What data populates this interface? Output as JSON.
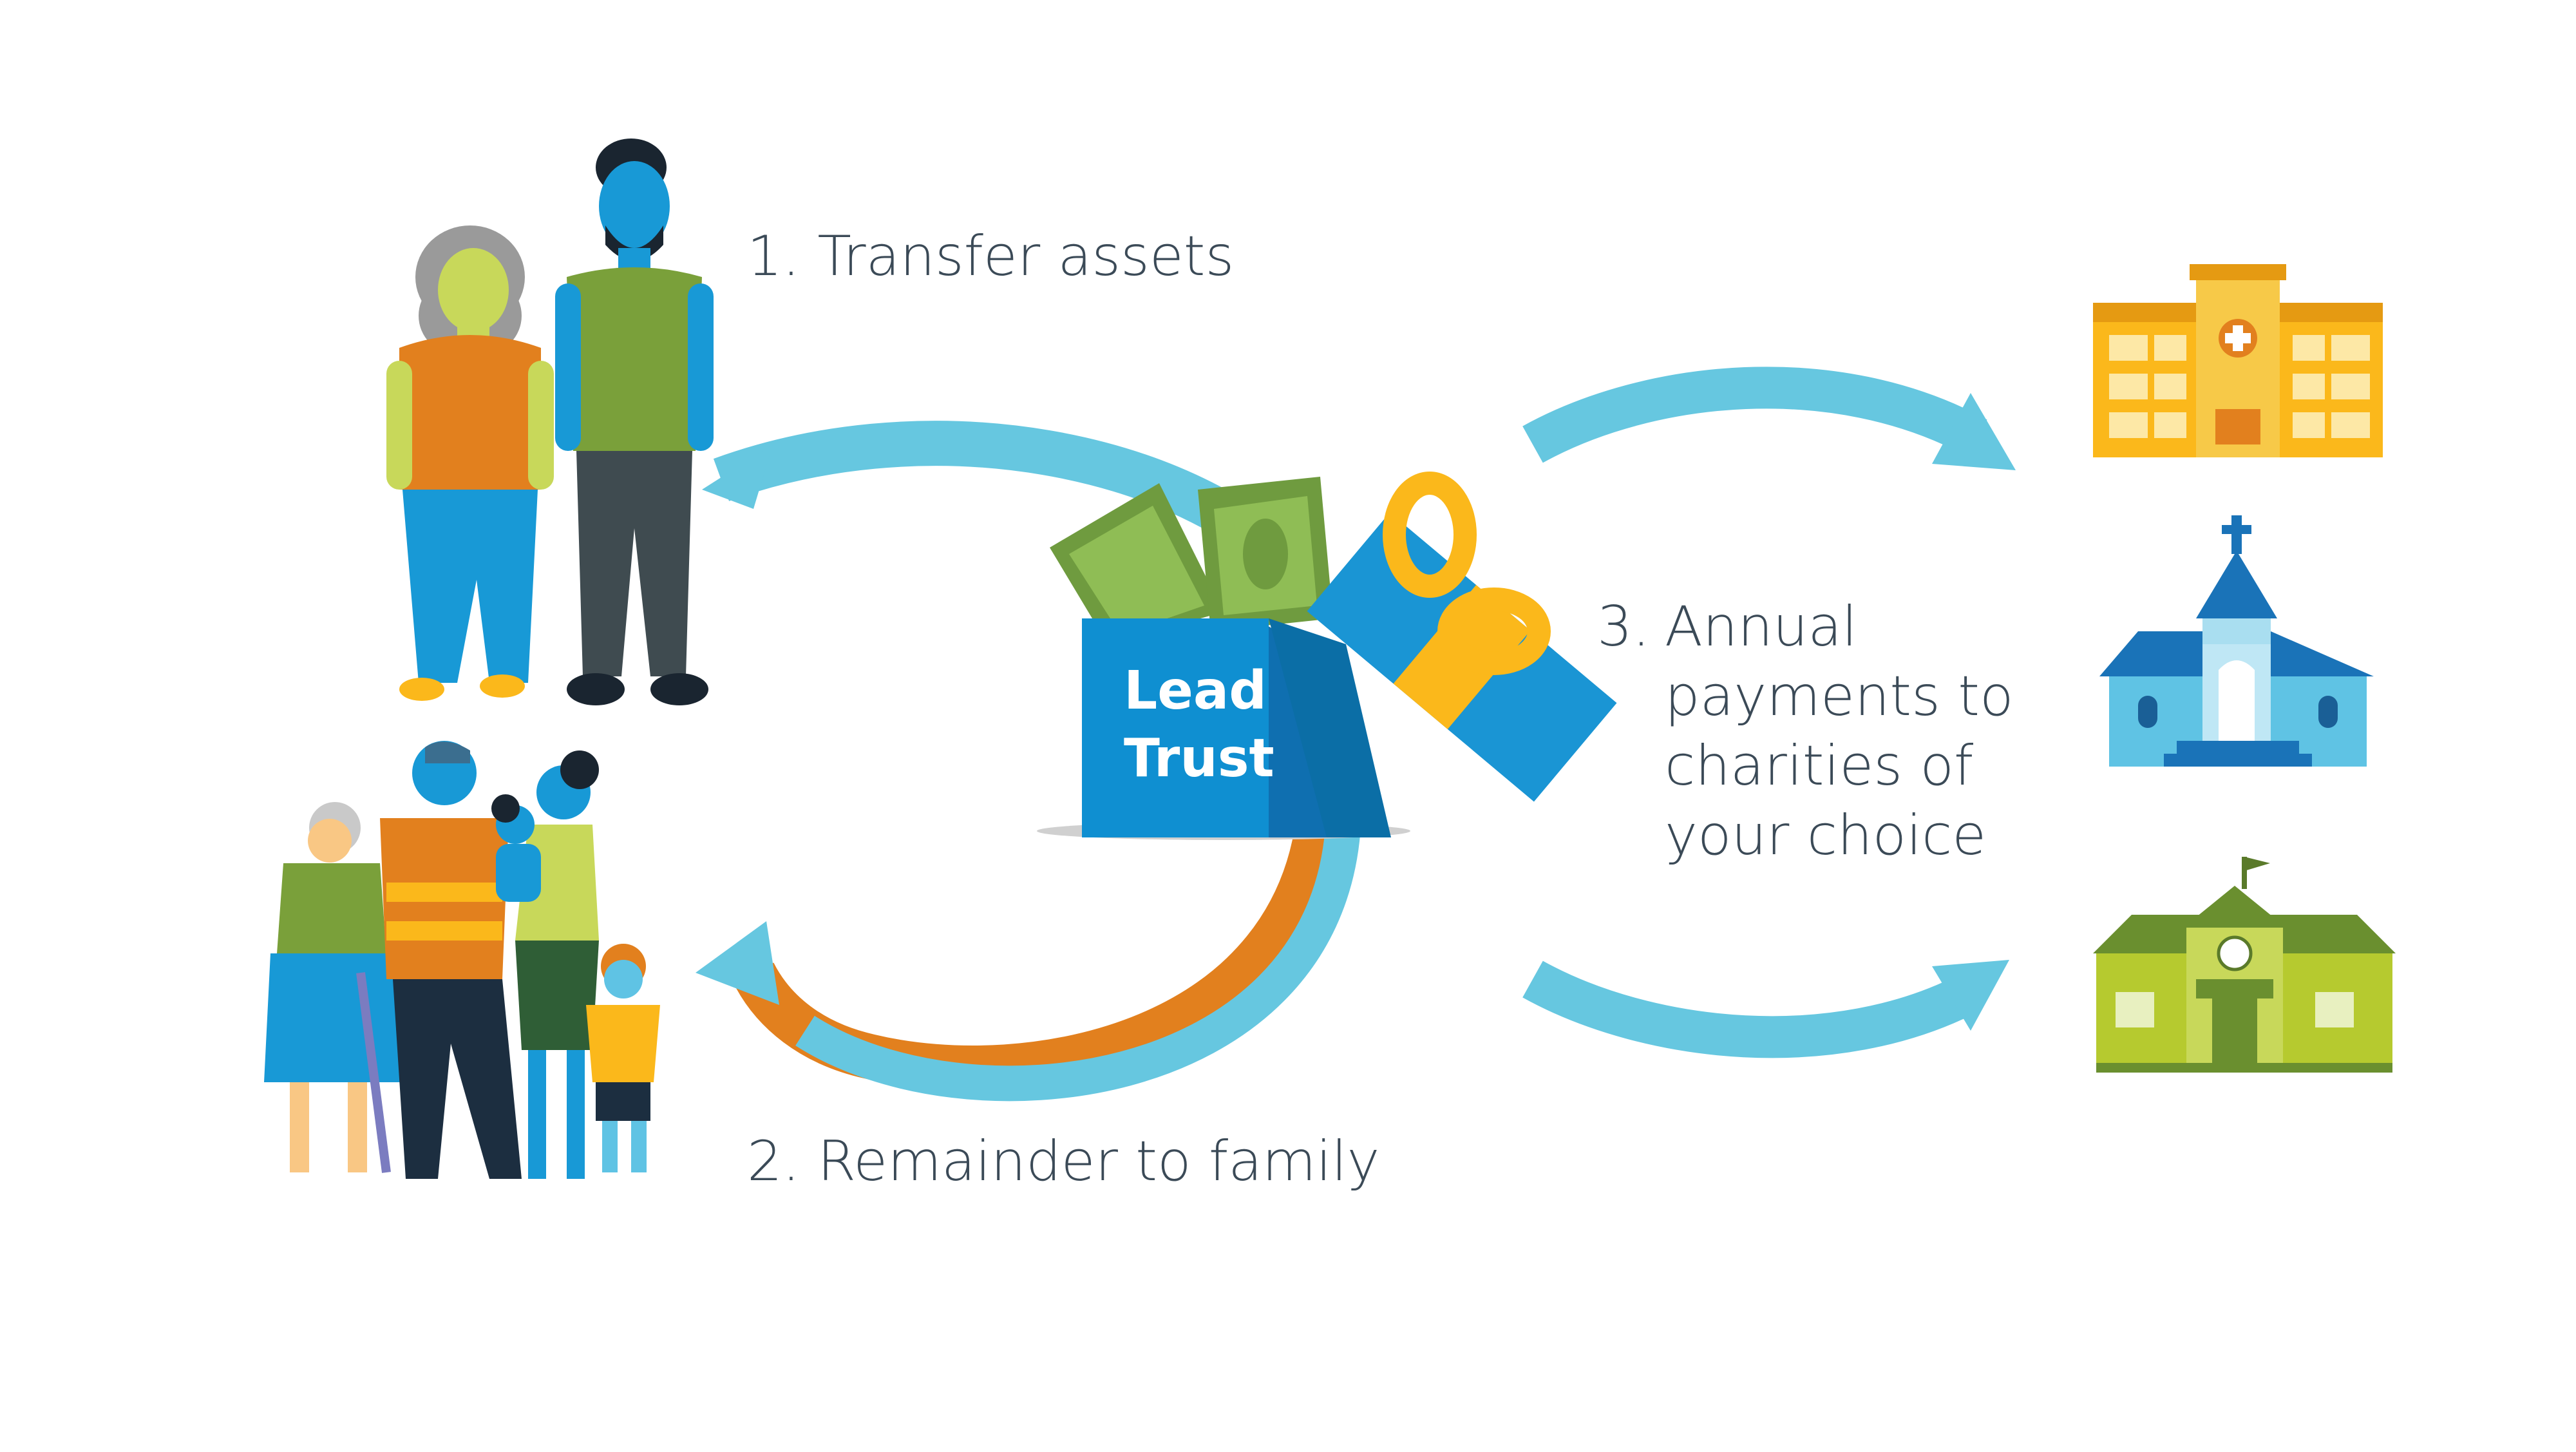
{
  "box": {
    "line1": "Lead",
    "line2": "Trust"
  },
  "steps": {
    "step1": "1. Transfer assets",
    "step2": "2. Remainder to family",
    "step3_prefix": "3.",
    "step3_lines": [
      "Annual",
      "payments to",
      "charities of",
      "your choice"
    ]
  },
  "colors": {
    "arrow": "#66c7e0",
    "orange": "#e2801e",
    "box": "#0f8fd1",
    "ribbon": "#fbb81b",
    "money": "#7aa845",
    "hospital": "#fbb81b",
    "church": "#5fc3e4",
    "school": "#b6ca2f"
  },
  "icons": [
    "couple-icon",
    "family-icon",
    "gift-box-icon",
    "money-icon",
    "hospital-icon",
    "church-icon",
    "school-icon"
  ]
}
